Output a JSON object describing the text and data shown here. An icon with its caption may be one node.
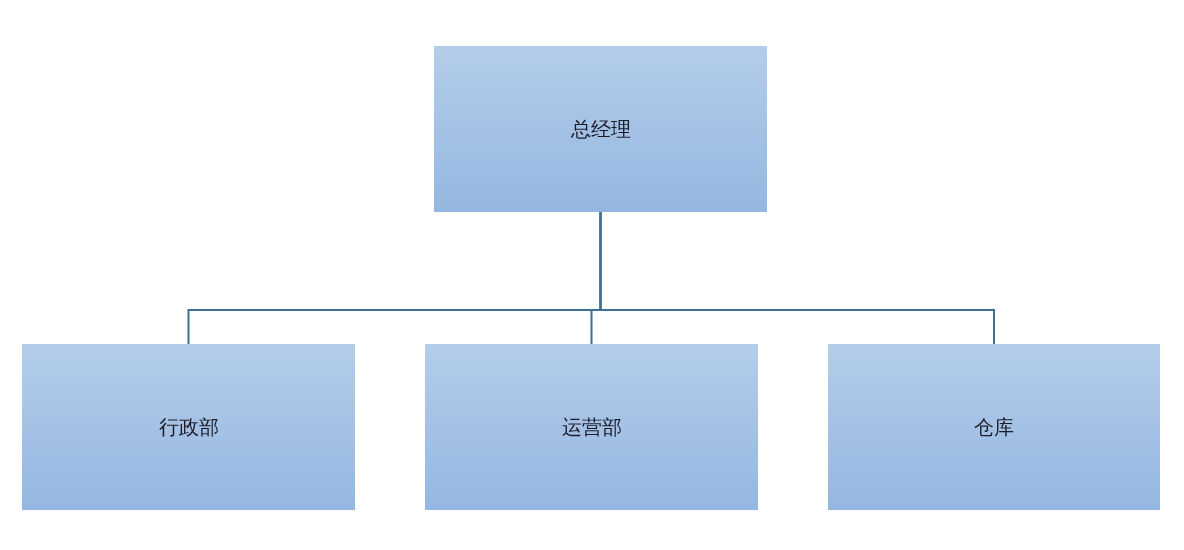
{
  "diagram": {
    "nodes": [
      {
        "text": [
          "总经理"
        ]
      },
      {
        "text": [
          "行政部"
        ]
      },
      {
        "text": [
          "运营部"
        ]
      },
      {
        "text": [
          "仓库"
        ]
      }
    ],
    "edges": [
      {
        "from": 0,
        "to": 1,
        "arrow": "none"
      },
      {
        "from": 0,
        "to": 2,
        "arrow": "none"
      },
      {
        "from": 0,
        "to": 3,
        "arrow": "none"
      }
    ]
  }
}
